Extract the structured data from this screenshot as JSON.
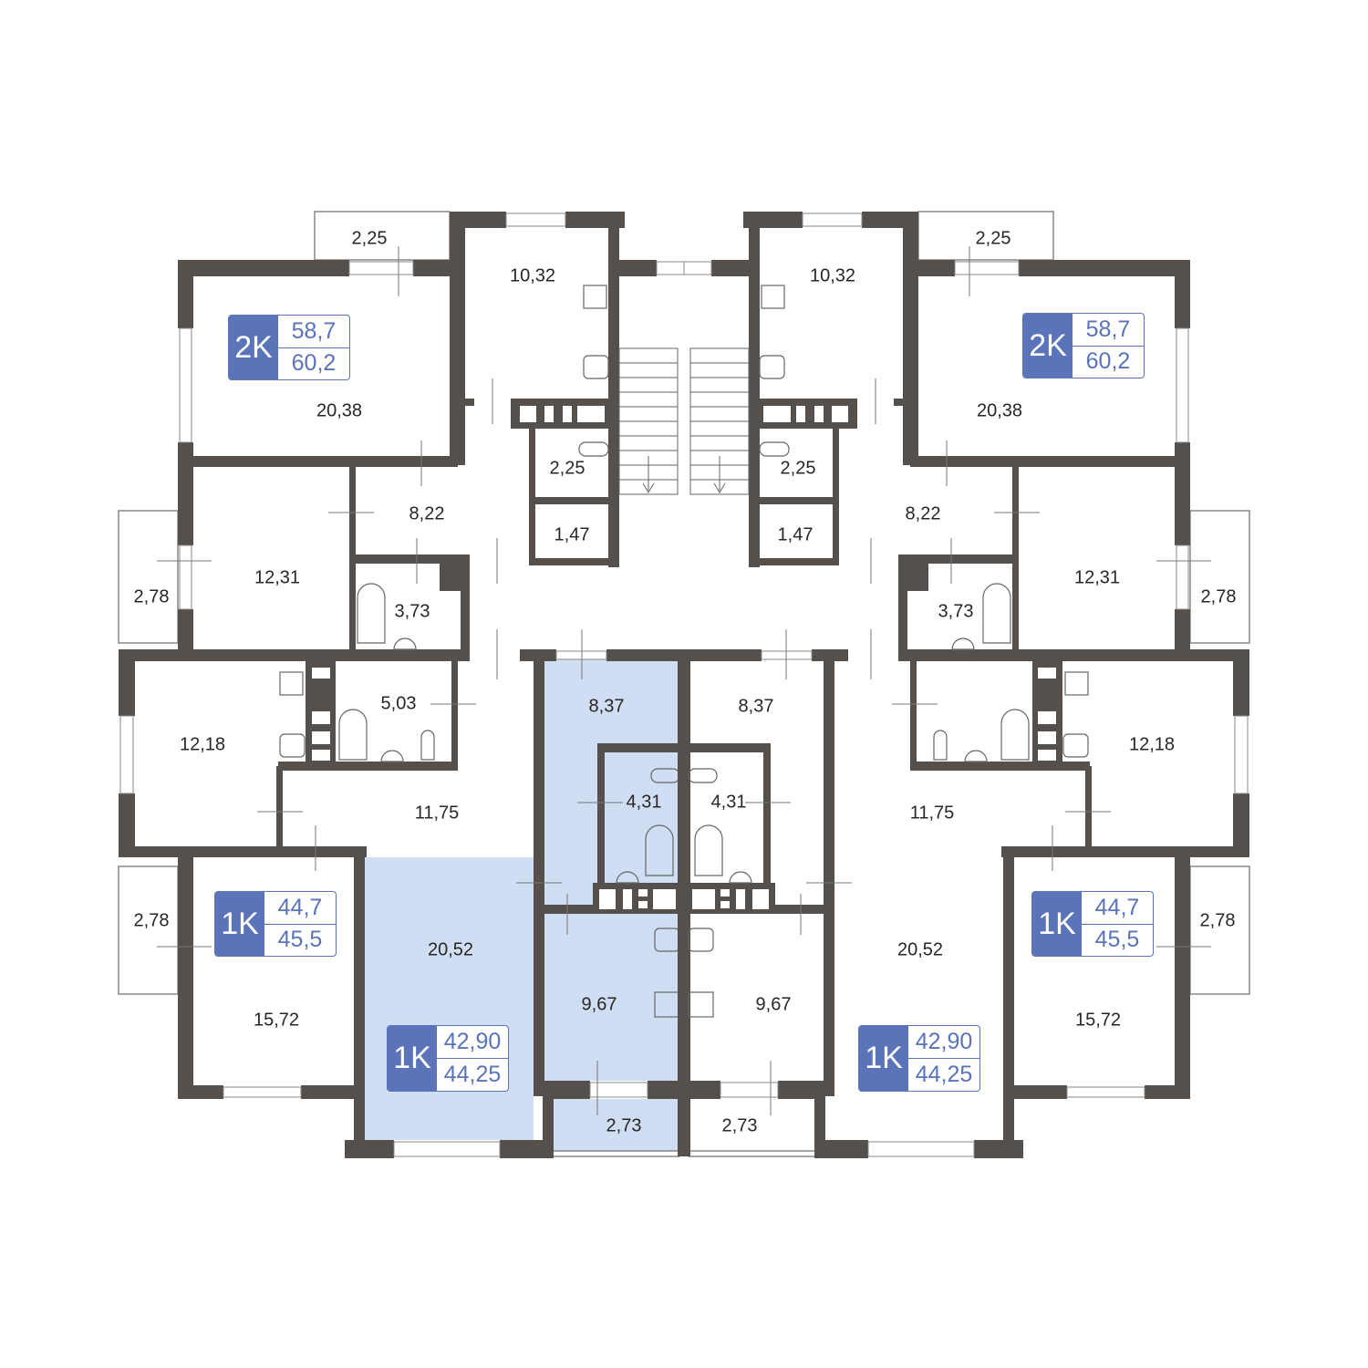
{
  "colors": {
    "wall": "#55504b",
    "highlight": "#cfdef3",
    "badge": "#5b73b8"
  },
  "rooms": [
    {
      "area": "2,25"
    },
    {
      "area": "10,32"
    },
    {
      "area": "20,38"
    },
    {
      "area": "8,22"
    },
    {
      "area": "2,25"
    },
    {
      "area": "1,47"
    },
    {
      "area": "12,31"
    },
    {
      "area": "2,78"
    },
    {
      "area": "3,73"
    },
    {
      "area": "12,18"
    },
    {
      "area": "5,03"
    },
    {
      "area": "11,75"
    },
    {
      "area": "8,37"
    },
    {
      "area": "4,31"
    },
    {
      "area": "2,78"
    },
    {
      "area": "15,72"
    },
    {
      "area": "20,52"
    },
    {
      "area": "9,67"
    },
    {
      "area": "2,73"
    },
    {
      "area": "2,25"
    },
    {
      "area": "10,32"
    },
    {
      "area": "20,38"
    },
    {
      "area": "8,22"
    },
    {
      "area": "2,25"
    },
    {
      "area": "1,47"
    },
    {
      "area": "12,31"
    },
    {
      "area": "2,78"
    },
    {
      "area": "3,73"
    },
    {
      "area": "12,18"
    },
    {
      "area": "11,75"
    },
    {
      "area": "8,37"
    },
    {
      "area": "4,31"
    },
    {
      "area": "2,78"
    },
    {
      "area": "15,72"
    },
    {
      "area": "20,52"
    },
    {
      "area": "9,67"
    },
    {
      "area": "2,73"
    }
  ],
  "apartments": [
    {
      "type": "2K",
      "living": "58,7",
      "total": "60,2"
    },
    {
      "type": "2K",
      "living": "58,7",
      "total": "60,2"
    },
    {
      "type": "1K",
      "living": "44,7",
      "total": "45,5"
    },
    {
      "type": "1K",
      "living": "44,7",
      "total": "45,5"
    },
    {
      "type": "1K",
      "living": "42,90",
      "total": "44,25",
      "highlighted": true
    },
    {
      "type": "1K",
      "living": "42,90",
      "total": "44,25"
    }
  ]
}
